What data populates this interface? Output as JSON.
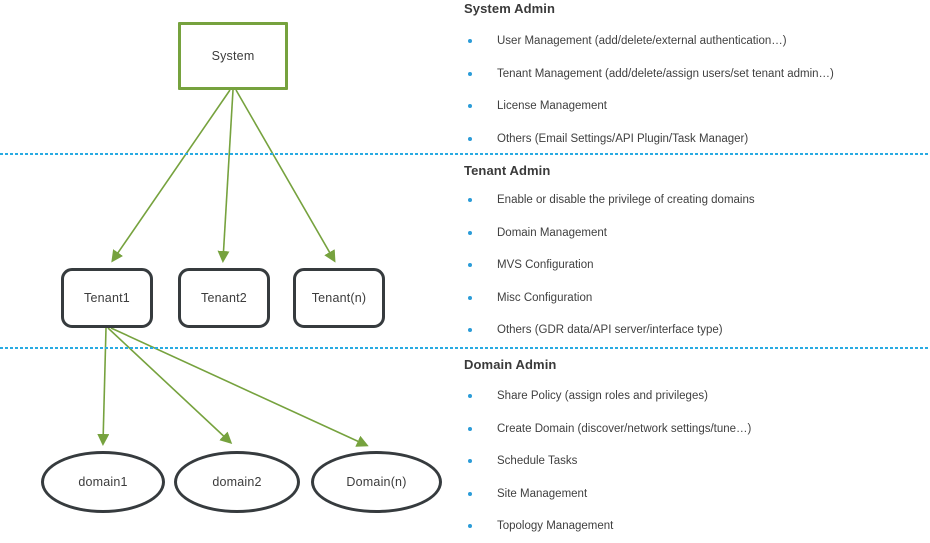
{
  "diagram": {
    "nodes": {
      "system": {
        "label": "System"
      },
      "tenants": [
        {
          "label": "Tenant1"
        },
        {
          "label": "Tenant2"
        },
        {
          "label": "Tenant(n)"
        }
      ],
      "domains": [
        {
          "label": "domain1"
        },
        {
          "label": "domain2"
        },
        {
          "label": "Domain(n)"
        }
      ]
    },
    "colors": {
      "edge_green": "#76a23e",
      "system_border_green": "#76a23e",
      "node_border_charcoal": "#363b3e",
      "divider_blue": "#29abe2",
      "bullet_blue": "#2b9cd8",
      "text_gray": "#404040"
    }
  },
  "sections": [
    {
      "title": "System Admin",
      "items": [
        "User Management (add/delete/external authentication…)",
        "Tenant Management (add/delete/assign users/set tenant admin…)",
        "License Management",
        "Others (Email Settings/API Plugin/Task Manager)"
      ]
    },
    {
      "title": "Tenant Admin",
      "items": [
        "Enable or disable the privilege of creating domains",
        "Domain Management",
        "MVS Configuration",
        "Misc Configuration",
        "Others (GDR data/API server/interface type)"
      ]
    },
    {
      "title": "Domain Admin",
      "items": [
        "Share Policy (assign roles and privileges)",
        "Create Domain (discover/network settings/tune…)",
        "Schedule Tasks",
        "Site Management",
        "Topology Management"
      ]
    }
  ]
}
